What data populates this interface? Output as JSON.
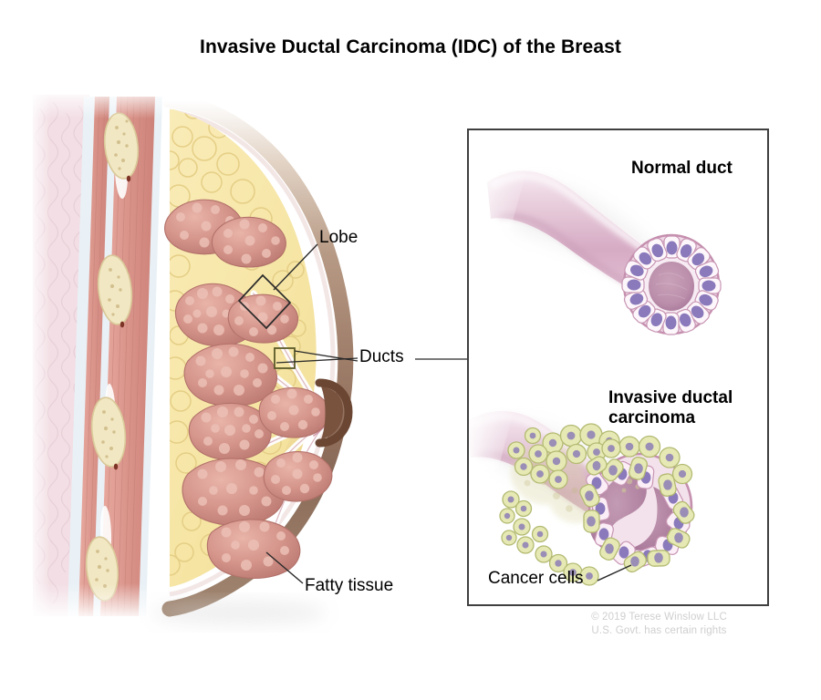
{
  "figure": {
    "title": "Invasive Ductal Carcinoma (IDC) of the Breast",
    "credit_line_1": "© 2019 Terese Winslow LLC",
    "credit_line_2": "U.S. Govt. has certain rights"
  },
  "breast_diagram": {
    "labels": {
      "lobe": "Lobe",
      "ducts": "Ducts",
      "fatty_tissue": "Fatty tissue"
    }
  },
  "inset_panel": {
    "normal_duct_label": "Normal duct",
    "idc_label_line_1": "Invasive ductal",
    "idc_label_line_2": "carcinoma",
    "cancer_cells_label": "Cancer cells"
  },
  "colors": {
    "skin": "#9d7c68",
    "skin_dark": "#6b4733",
    "fat": "#f7e6a6",
    "fat_shadow": "#e6cf80",
    "lobule": "#d08c84",
    "lobule_light": "#e4aaa0",
    "muscle": "#dd9a90",
    "bone": "#efe4bd",
    "chest_pink": "#f0dce2",
    "duct_pink": "#e3c3d4",
    "duct_pink_dark": "#c79bb5",
    "nucleus_purple": "#8a79bb",
    "cancer_green": "#e3e7b0",
    "cancer_green_dark": "#c8ce86",
    "panel_border": "#3f3f3f",
    "leader_line": "#2b2b2b",
    "credit_text": "#cfcfcf"
  }
}
